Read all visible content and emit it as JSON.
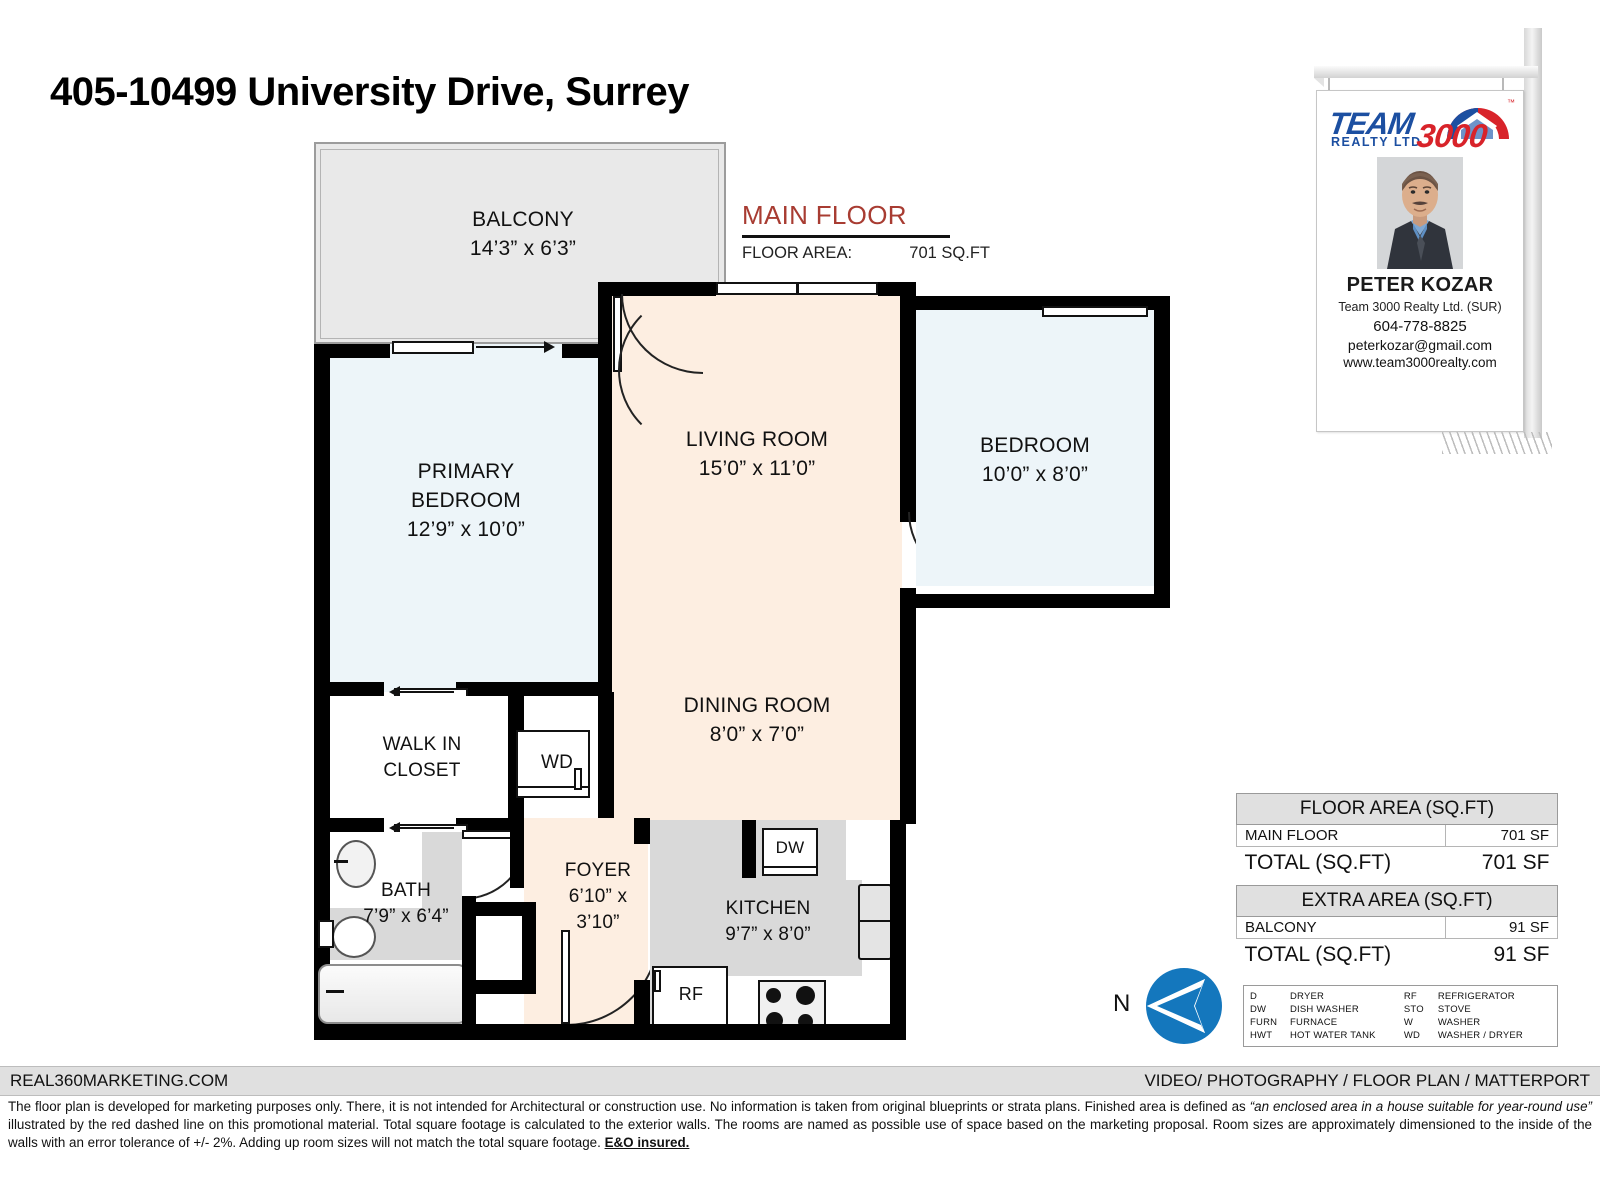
{
  "title": "405-10499 University Drive, Surrey",
  "main_floor": {
    "heading": "MAIN FLOOR",
    "area_label": "FLOOR AREA:",
    "area_value": "701 SQ.FT"
  },
  "rooms": {
    "balcony": {
      "name": "BALCONY",
      "dim": "14’3” x 6’3”"
    },
    "primary_bedroom": {
      "name_line1": "PRIMARY",
      "name_line2": "BEDROOM",
      "dim": "12’9” x 10’0”"
    },
    "living_room": {
      "name": "LIVING ROOM",
      "dim": "15’0” x 11’0”"
    },
    "bedroom": {
      "name": "BEDROOM",
      "dim": "10’0” x 8’0”"
    },
    "dining_room": {
      "name": "DINING ROOM",
      "dim": "8’0” x 7’0”"
    },
    "walk_in_closet": {
      "name_line1": "WALK IN",
      "name_line2": "CLOSET"
    },
    "bath": {
      "name": "BATH",
      "dim": "7’9” x 6’4”"
    },
    "foyer": {
      "name": "FOYER",
      "dim_line1": "6’10” x",
      "dim_line2": "3’10”"
    },
    "kitchen": {
      "name": "KITCHEN",
      "dim": "9’7” x 8’0”"
    }
  },
  "appliances": {
    "wd": "WD",
    "dw": "DW",
    "rf": "RF"
  },
  "sign": {
    "logo_team": "TEAM",
    "logo_realty": "REALTY LTD",
    "logo_3000": "3000",
    "logo_tm": "™",
    "agent_name": "PETER KOZAR",
    "company": "Team 3000 Realty Ltd. (SUR)",
    "phone": "604-778-8825",
    "email": "peterkozar@gmail.com",
    "website": "www.team3000realty.com"
  },
  "floor_area_table": {
    "header": "FLOOR AREA (SQ.FT)",
    "rows": [
      {
        "label": "MAIN FLOOR",
        "value": "701 SF"
      }
    ],
    "total_label": "TOTAL (SQ.FT)",
    "total_value": "701 SF"
  },
  "extra_area_table": {
    "header": "EXTRA AREA (SQ.FT)",
    "rows": [
      {
        "label": "BALCONY",
        "value": "91 SF"
      }
    ],
    "total_label": "TOTAL (SQ.FT)",
    "total_value": "91 SF"
  },
  "legend": {
    "left": [
      {
        "abbr": "D",
        "desc": "DRYER"
      },
      {
        "abbr": "DW",
        "desc": "DISH WASHER"
      },
      {
        "abbr": "FURN",
        "desc": "FURNACE"
      },
      {
        "abbr": "HWT",
        "desc": "HOT WATER TANK"
      }
    ],
    "right": [
      {
        "abbr": "RF",
        "desc": "REFRIGERATOR"
      },
      {
        "abbr": "STO",
        "desc": "STOVE"
      },
      {
        "abbr": "W",
        "desc": "WASHER"
      },
      {
        "abbr": "WD",
        "desc": "WASHER / DRYER"
      }
    ]
  },
  "compass": {
    "label": "N"
  },
  "footer": {
    "left": "REAL360MARKETING.COM",
    "right": "VIDEO/ PHOTOGRAPHY / FLOOR PLAN / MATTERPORT"
  },
  "disclaimer": {
    "p1": "The floor plan is developed for marketing purposes only. There, it is not intended for Architectural or construction use. No information is  taken from original blueprints or strata plans. Finished area is defined as  ",
    "quote": "“an enclosed area in a house suitable for year-round use”",
    "p2": " illustrated by the red dashed line on this promotional material. Total square footage is calculated to the exterior walls. The rooms are named as possible use of space based on the marketing proposal. Room sizes are approximately dimensioned to the inside of the walls with an error tolerance of +/- 2%. Adding up room sizes will not match the total square footage. ",
    "eo": "E&O insured."
  },
  "colors": {
    "bedroom_fill": "#edf5f9",
    "living_fill": "#fdeee1",
    "balcony_fill": "#e9e9e9",
    "wall": "#000000",
    "accent_red": "#a83c32",
    "logo_blue": "#1c4fa1",
    "logo_red": "#d8232a",
    "compass_blue": "#1477bd"
  }
}
